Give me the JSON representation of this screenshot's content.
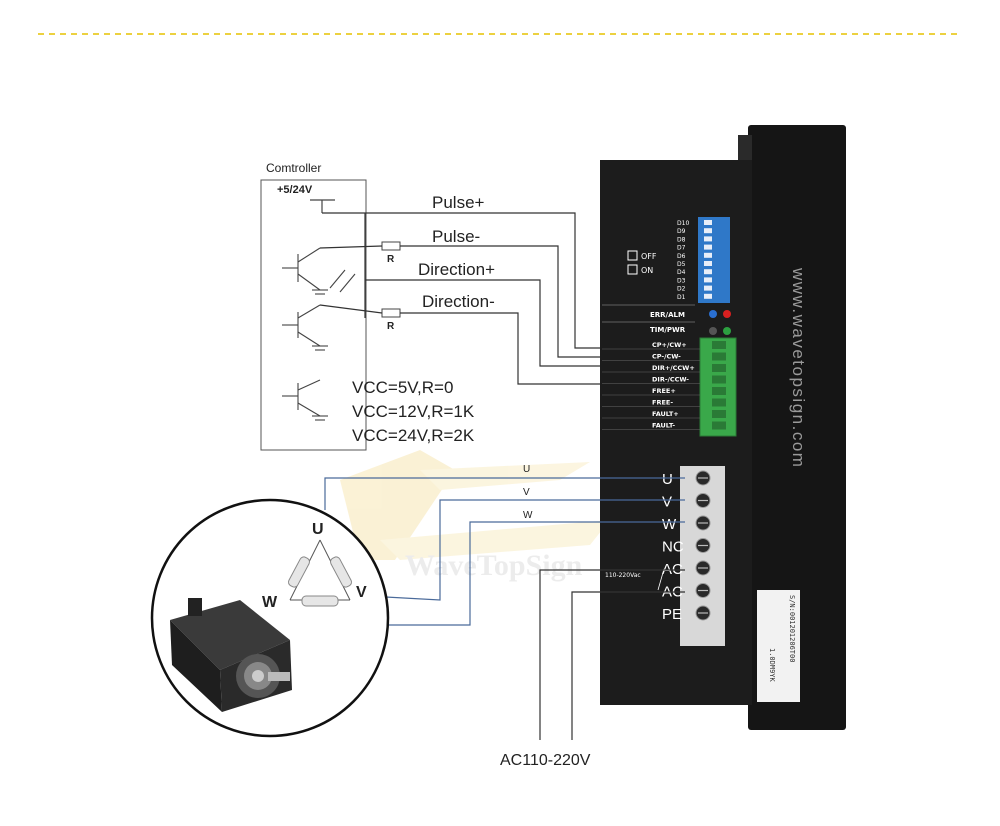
{
  "controller": {
    "title": "Comtroller",
    "supply": "+5/24V",
    "resistor_label": "R"
  },
  "signals": [
    {
      "label": "Pulse+"
    },
    {
      "label": "Pulse-"
    },
    {
      "label": "Direction+"
    },
    {
      "label": "Direction-"
    }
  ],
  "vcc_notes": [
    "VCC=5V,R=0",
    "VCC=12V,R=1K",
    "VCC=24V,R=2K"
  ],
  "phase_wires": [
    "U",
    "V",
    "W"
  ],
  "motor_labels": {
    "u": "U",
    "v": "V",
    "w": "W"
  },
  "driver": {
    "switch_labels": [
      "D10",
      "D9",
      "D8",
      "D7",
      "D6",
      "D5",
      "D4",
      "D3",
      "D2",
      "D1"
    ],
    "off_label": "OFF",
    "on_label": "ON",
    "status_labels": [
      "ERR/ALM",
      "TIM/PWR"
    ],
    "signal_terminals": [
      "CP+/CW+",
      "CP-/CW-",
      "DIR+/CCW+",
      "DIR-/CCW-",
      "FREE+",
      "FREE-",
      "FAULT+",
      "FAULT-"
    ],
    "power_terminals": [
      "U",
      "V",
      "W",
      "NC",
      "AC",
      "AC",
      "PE"
    ],
    "ac_range_label": "110-220Vac",
    "website": "www.wavetopsign.com",
    "serial_label": "S/N:001201206T00",
    "serial_label_2": "1.0DM9YK",
    "colors": {
      "body": "#1c1c1c",
      "dip": "#2f78c8",
      "terminal_green": "#3aa84a",
      "led_red": "#d82020",
      "led_blue": "#2a6fd0",
      "led_green": "#2ca040"
    }
  },
  "watermark": "WaveTopSign",
  "ac_input_label": "AC110-220V",
  "wire_colors": {
    "signal": "#333333",
    "phase": "#4a6a9a"
  }
}
